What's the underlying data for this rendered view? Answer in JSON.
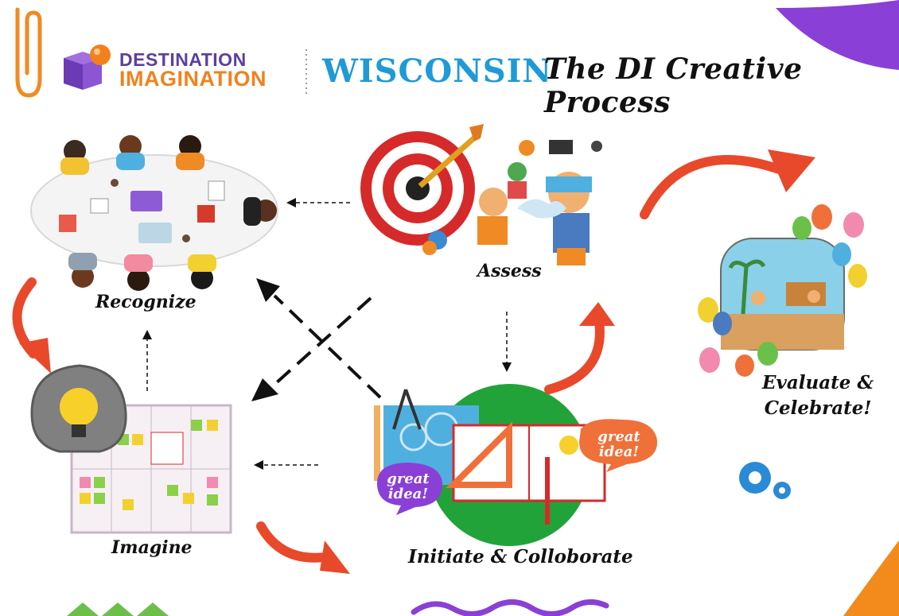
{
  "header": {
    "brand_line1": "DESTINATION",
    "brand_line2": "IMAGINATION",
    "state": "WISCONSIN",
    "title": "The DI Creative Process"
  },
  "stages": {
    "recognize": "Recognize",
    "assess": "Assess",
    "imagine": "Imagine",
    "initiate": "Initiate & Colloborate",
    "evaluate_line1": "Evaluate &",
    "evaluate_line2": "Celebrate!"
  },
  "bubbles": {
    "orange_line1": "great",
    "orange_line2": "idea!",
    "purple_line1": "great",
    "purple_line2": "idea!"
  },
  "colors": {
    "brand_purple": "#5b3fa0",
    "brand_orange": "#f2811d",
    "wisconsin_blue": "#1f9ad6",
    "arrow_red": "#e8492b",
    "corner_purple": "#8a3fd6",
    "green_circle": "#22a33a"
  }
}
